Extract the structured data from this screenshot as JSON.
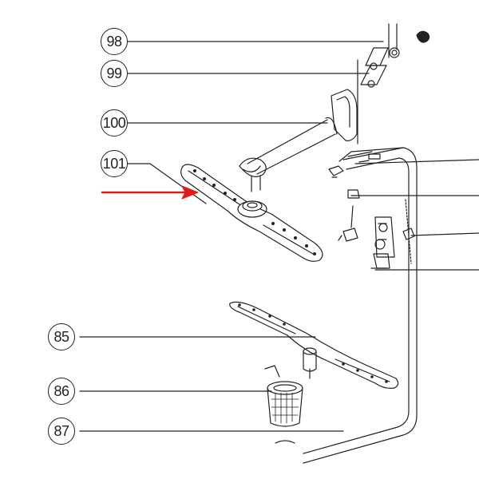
{
  "diagram": {
    "callouts": [
      {
        "id": "98",
        "label": "98"
      },
      {
        "id": "99",
        "label": "99"
      },
      {
        "id": "100",
        "label": "100"
      },
      {
        "id": "101",
        "label": "101"
      },
      {
        "id": "85",
        "label": "85"
      },
      {
        "id": "86",
        "label": "86"
      },
      {
        "id": "87",
        "label": "87"
      }
    ],
    "colors": {
      "line": "#222222",
      "highlight_arrow": "#e01b1b"
    }
  }
}
